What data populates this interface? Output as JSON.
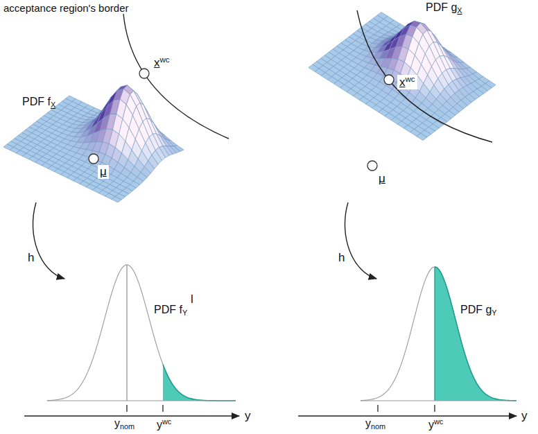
{
  "diagram": {
    "labels": [
      "acceptance region's border",
      "xwc",
      "PDF fX",
      "μ",
      "h",
      "PDF fY",
      "l",
      "ynom",
      "ywc",
      "y",
      "PDF gX",
      "xwc",
      "μ",
      "h",
      "PDF gY",
      "ynom",
      "ywc",
      "y"
    ]
  }
}
